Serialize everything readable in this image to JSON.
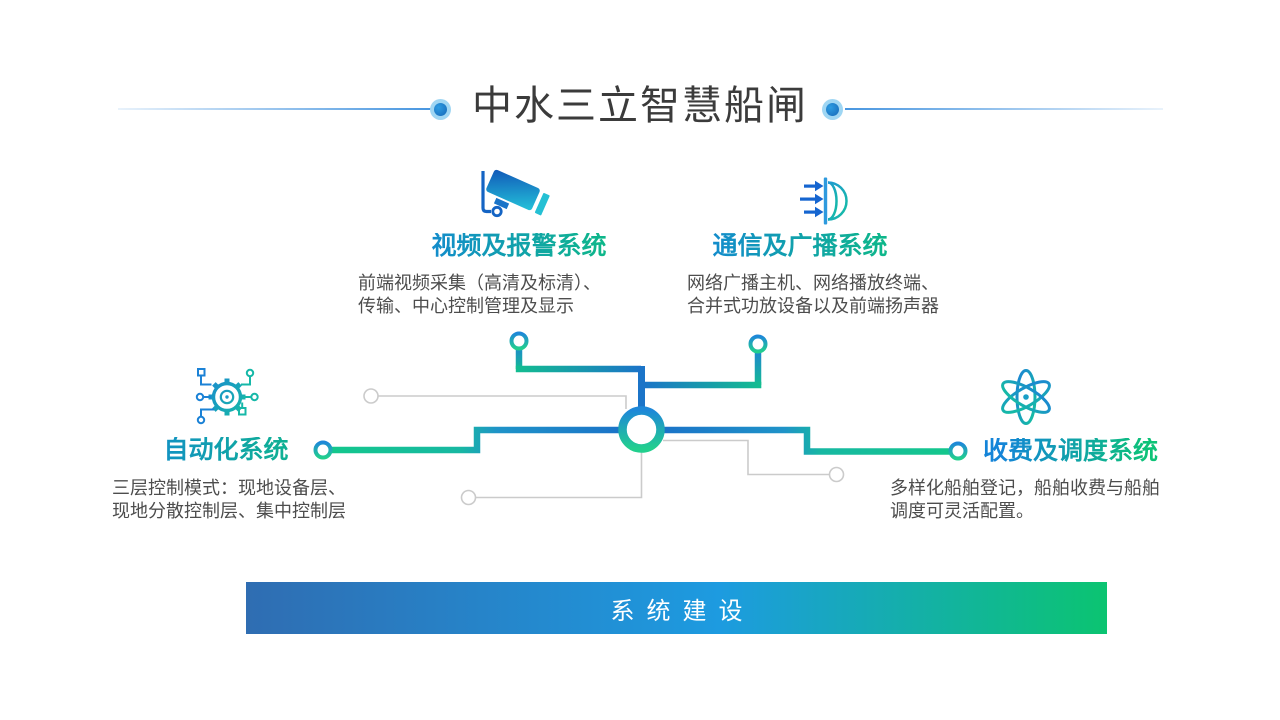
{
  "title": {
    "text": "中水三立智慧船闸"
  },
  "systems": {
    "video": {
      "name": "视频及报警系统",
      "desc_line1": "前端视频采集（高清及标清）、",
      "desc_line2": "传输、中心控制管理及显示",
      "icon": "cctv-camera-icon"
    },
    "communication": {
      "name": "通信及广播系统",
      "desc_line1": "网络广播主机、网络播放终端、",
      "desc_line2": "合并式功放设备以及前端扬声器",
      "icon": "broadcast-globe-icon"
    },
    "automation": {
      "name": "自动化系统",
      "desc_line1": "三层控制模式：现地设备层、",
      "desc_line2": "现地分散控制层、集中控制层",
      "icon": "gear-circuit-icon"
    },
    "fees": {
      "name": "收费及调度系统",
      "desc_line1": "多样化船舶登记，船舶收费与船舶",
      "desc_line2": "调度可灵活配置。",
      "icon": "atom-icon"
    }
  },
  "banner": {
    "label": "系统建设"
  },
  "colors": {
    "primary_blue": "#1b82d6",
    "accent_green": "#0ec47c",
    "icon_teal": "#15c2a0",
    "trunk_blue": "#1b74c8",
    "banner_gradient_left": "#2f6db2",
    "banner_gradient_mid": "#1d9be0",
    "banner_gradient_right": "#0bc471",
    "title_text": "#3b3b3b",
    "body_text": "#4d4d4d",
    "connector_gray": "#cbcbcb"
  }
}
